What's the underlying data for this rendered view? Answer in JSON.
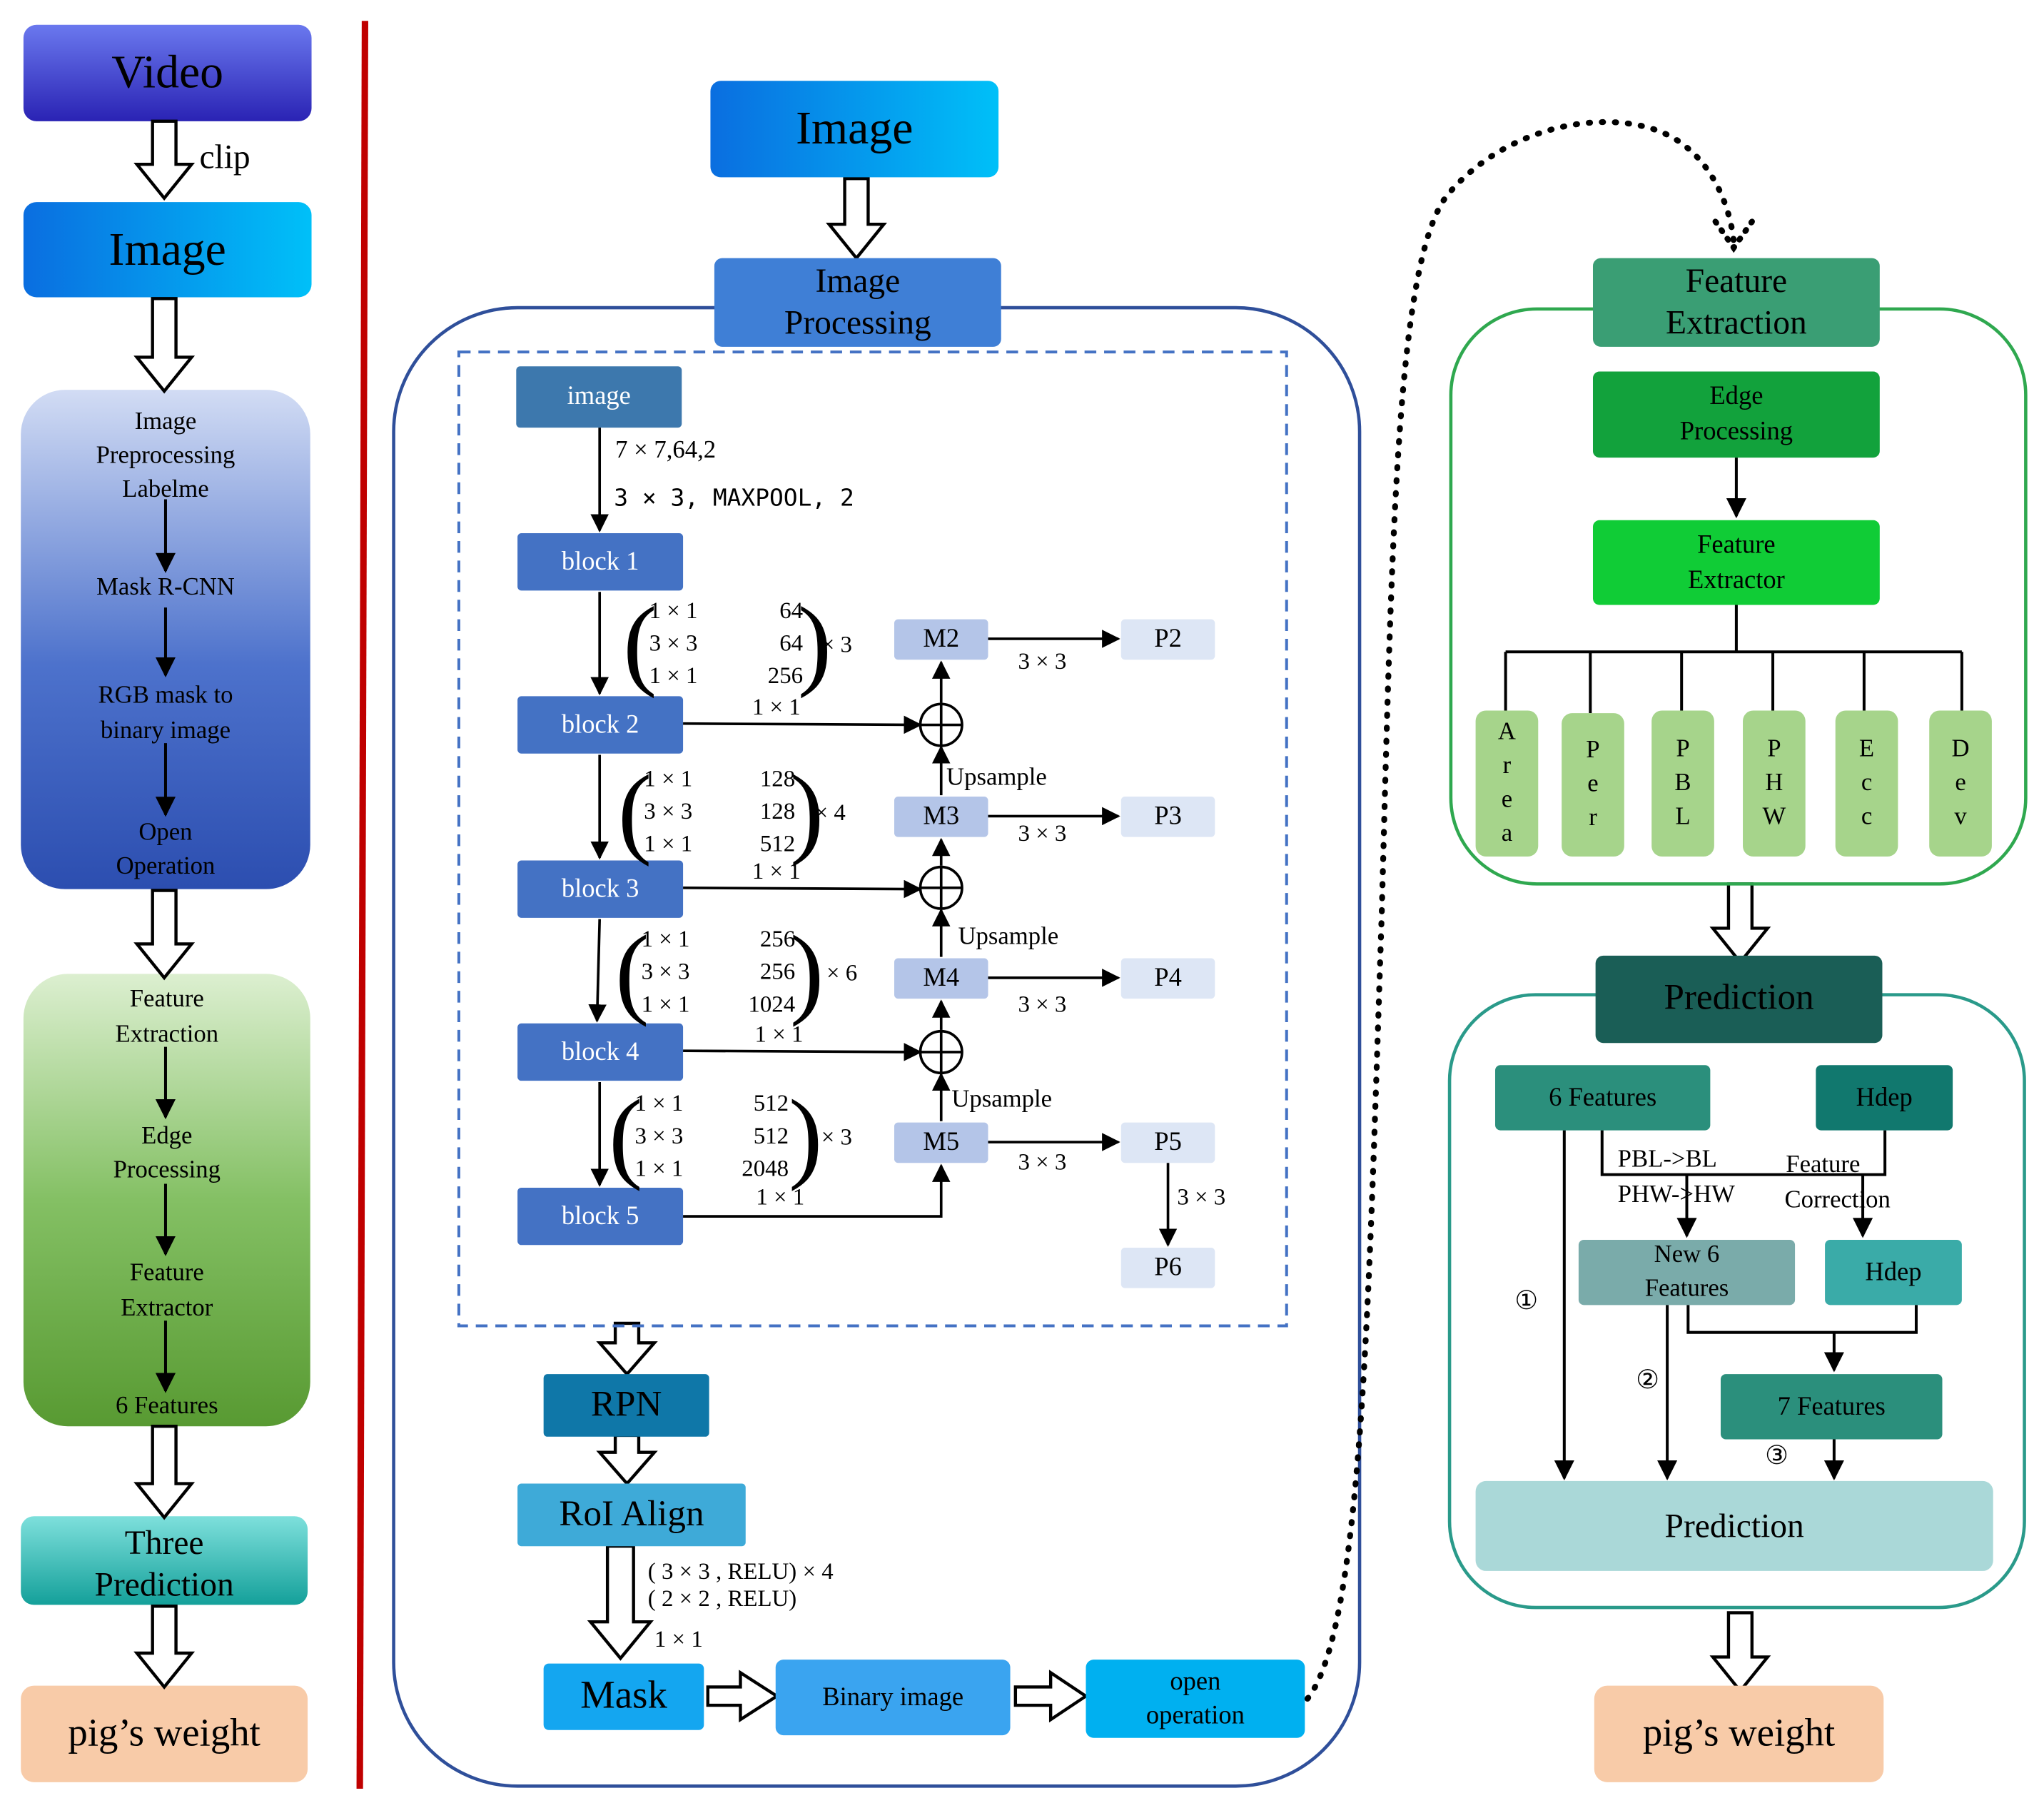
{
  "left": {
    "video": "Video",
    "clip": "clip",
    "image": "Image",
    "stage1": [
      "Image",
      "Preprocessing",
      "Labelme",
      "Mask R-CNN",
      "RGB mask to",
      "binary image",
      "Open",
      "Operation"
    ],
    "stage2": [
      "Feature",
      "Extraction",
      "Edge",
      "Processing",
      "Feature",
      "Extractor",
      "6 Features"
    ],
    "three_prediction": [
      "Three",
      "Prediction"
    ],
    "weight": "pig’s weight"
  },
  "middle": {
    "image": "Image",
    "image_processing": [
      "Image",
      "Processing"
    ],
    "input": "image",
    "conv1": "7 × 7,64,2",
    "pool": "3 × 3, MAXPOOL, 2",
    "blocks": [
      "block 1",
      "block 2",
      "block 3",
      "block 4",
      "block 5"
    ],
    "matrices": [
      {
        "rows": [
          "1 × 1",
          "3 × 3",
          "1 × 1"
        ],
        "vals": [
          "64",
          "64",
          "256"
        ],
        "times": "× 3"
      },
      {
        "rows": [
          "1 × 1",
          "3 × 3",
          "1 × 1"
        ],
        "vals": [
          "128",
          "128",
          "512"
        ],
        "times": "× 4"
      },
      {
        "rows": [
          "1 × 1",
          "3 × 3",
          "1 × 1"
        ],
        "vals": [
          "256",
          "256",
          "1024"
        ],
        "times": "× 6"
      },
      {
        "rows": [
          "1 × 1",
          "3 × 3",
          "1 × 1"
        ],
        "vals": [
          "512",
          "512",
          "2048"
        ],
        "times": "× 3"
      }
    ],
    "lateral": "1 × 1",
    "m": [
      "M2",
      "M3",
      "M4",
      "M5"
    ],
    "p": [
      "P2",
      "P3",
      "P4",
      "P5",
      "P6"
    ],
    "conv33": "3 × 3",
    "upsample": "Upsample",
    "rpn": "RPN",
    "roi": "RoI Align",
    "mask_head": [
      "( 3 × 3 , RELU) × 4",
      "( 2 × 2 , RELU)",
      "1 × 1"
    ],
    "mask": "Mask",
    "binary": "Binary image",
    "open": [
      "open",
      "operation"
    ]
  },
  "right": {
    "feature_extraction": [
      "Feature",
      "Extraction"
    ],
    "edge": [
      "Edge",
      "Processing"
    ],
    "extractor": [
      "Feature",
      "Extractor"
    ],
    "features": [
      [
        "A",
        "r",
        "e",
        "a"
      ],
      [
        "P",
        "e",
        "r"
      ],
      [
        "P",
        "B",
        "L"
      ],
      [
        "P",
        "H",
        "W"
      ],
      [
        "E",
        "c",
        "c"
      ],
      [
        "D",
        "e",
        "v"
      ]
    ],
    "prediction_header": "Prediction",
    "six_features": "6 Features",
    "hdep": "Hdep",
    "pbl": "PBL->BL",
    "phw": "PHW->HW",
    "fc": [
      "Feature",
      "Correction"
    ],
    "new6": [
      "New 6",
      "Features"
    ],
    "hdep2": "Hdep",
    "seven": "7 Features",
    "circ": [
      "①",
      "②",
      "③"
    ],
    "prediction": "Prediction",
    "weight": "pig’s weight"
  },
  "colors": {
    "divider": "#c00000",
    "container_blue": "#2f4f9a",
    "container_green": "#2fa84f",
    "container_teal": "#2a9a8a",
    "dashed": "#4472c4"
  }
}
